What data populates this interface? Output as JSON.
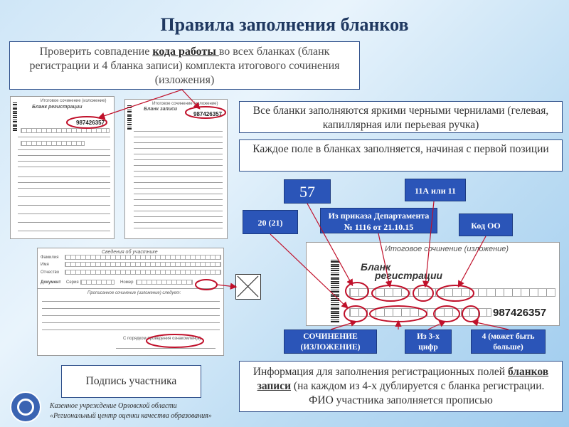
{
  "title": "Правила заполнения бланков",
  "box1": {
    "pre": "Проверить совпадение ",
    "underlined": "кода работы ",
    "post": "во всех бланках (бланк регистрации и 4 бланка записи) комплекта итогового сочинения (изложения)"
  },
  "box2": "Все бланки заполняются яркими черными чернилами (гелевая, капиллярная или перьевая ручка)",
  "box3": "Каждое поле в бланках заполняется, начиная с первой позиции",
  "labels": {
    "num57": "57",
    "grade": "11А или 11",
    "school_year": "20 (21)",
    "order_line1": "Из приказа Департамента",
    "order_line2": "№ 1116 от 21.10.15",
    "code_oo": "Код ОО",
    "essay_line1": "СОЧИНЕНИЕ",
    "essay_line2": "(ИЗЛОЖЕНИЕ)",
    "three_line1": "Из 3-х",
    "three_line2": "цифр",
    "four_line1": "4 (может быть",
    "four_line2": "больше)"
  },
  "signature_box": "Подпись участника",
  "box5": {
    "pre": "Информация для заполнения регистрационных полей ",
    "underlined": "бланков записи",
    "post": " (на каждом из 4-х дублируется с бланка регистрации. ФИО участника заполняется прописью"
  },
  "forms": {
    "reg_form_title": "Итоговое сочинение (изложение)",
    "reg_form_sub": "Бланк регистрации",
    "record_form_title": "Итоговое сочинение (изложение)",
    "record_form_sub": "Бланк записи",
    "code": "987426357",
    "code2": "987426357",
    "big_form_title": "Итоговое сочинение (изложение)",
    "big_form_sub1": "Бланк",
    "big_form_sub2": "регистрации",
    "big_code": "987426357",
    "participant_title": "Сведения об участнике",
    "surname": "Фамилия",
    "name": "Имя",
    "patronymic": "Отчество",
    "document": "Документ",
    "series": "Серия",
    "number": "Номер",
    "removed_title": "Прописанное сочинение (изложение) следует:",
    "sign_note": "С порядком проведения ознакомлен(а)"
  },
  "footer": {
    "line1": "Казенное учреждение Орловской области",
    "line2": "«Региональный центр оценки качества образования»"
  },
  "colors": {
    "frame_border": "#2e4f8a",
    "label_blue": "#2b55b8",
    "highlight_red": "#c0102a",
    "title": "#1f3860"
  }
}
